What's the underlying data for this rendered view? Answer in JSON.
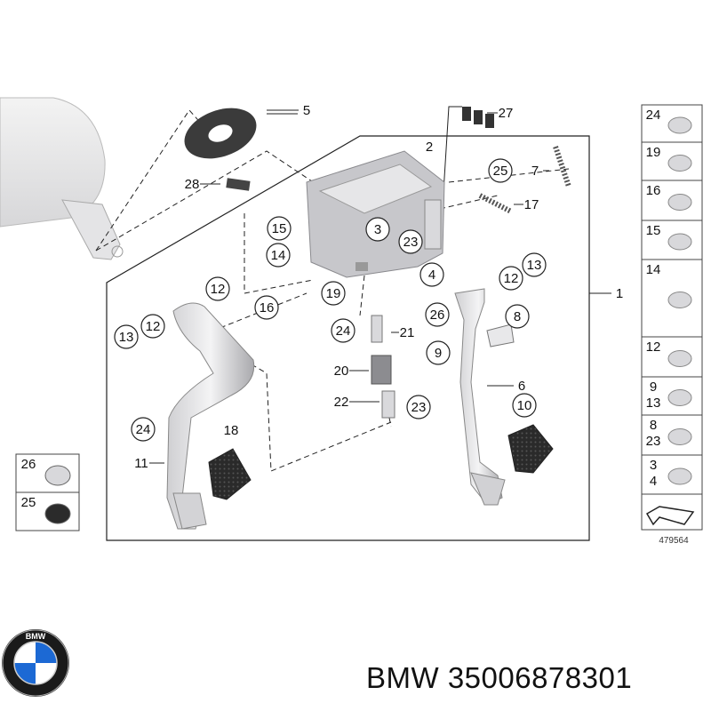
{
  "assembly": {
    "main_labels": [
      "1",
      "2",
      "3",
      "4",
      "5",
      "6",
      "7",
      "8",
      "9",
      "10",
      "11",
      "12",
      "13",
      "14",
      "15",
      "16",
      "17",
      "18",
      "19",
      "20",
      "21",
      "22",
      "23",
      "24",
      "25",
      "26",
      "27",
      "28"
    ],
    "callouts": {
      "c5": "5",
      "c27": "27",
      "c2": "2",
      "c25": "25",
      "c7": "7",
      "c28": "28",
      "c17": "17",
      "c15": "15",
      "c3": "3",
      "c23a": "23",
      "c14": "14",
      "c4": "4",
      "c12a": "12",
      "c13a": "13",
      "c1": "1",
      "c12b": "12",
      "c16": "16",
      "c19": "19",
      "c26": "26",
      "c8": "8",
      "c13b": "13",
      "c12c": "12",
      "c24a": "24",
      "c21": "21",
      "c9": "9",
      "c20": "20",
      "c6": "6",
      "c22": "22",
      "c23b": "23",
      "c10": "10",
      "c24b": "24",
      "c18": "18",
      "c11": "11"
    }
  },
  "side_panel": {
    "rows": [
      {
        "label": "24"
      },
      {
        "label": "19"
      },
      {
        "label": "16"
      },
      {
        "label": "15"
      },
      {
        "label": "14"
      },
      {
        "label": "12"
      },
      {
        "label": "9",
        "label2": "13"
      },
      {
        "label": "8",
        "label2": "23"
      },
      {
        "label": "3",
        "label2": "4"
      }
    ],
    "drawing_number": "479564"
  },
  "left_panel": {
    "rows": [
      {
        "label": "26"
      },
      {
        "label": "25"
      }
    ]
  },
  "brand": {
    "logo_text": "BMW",
    "title": "BMW 35006878301"
  }
}
